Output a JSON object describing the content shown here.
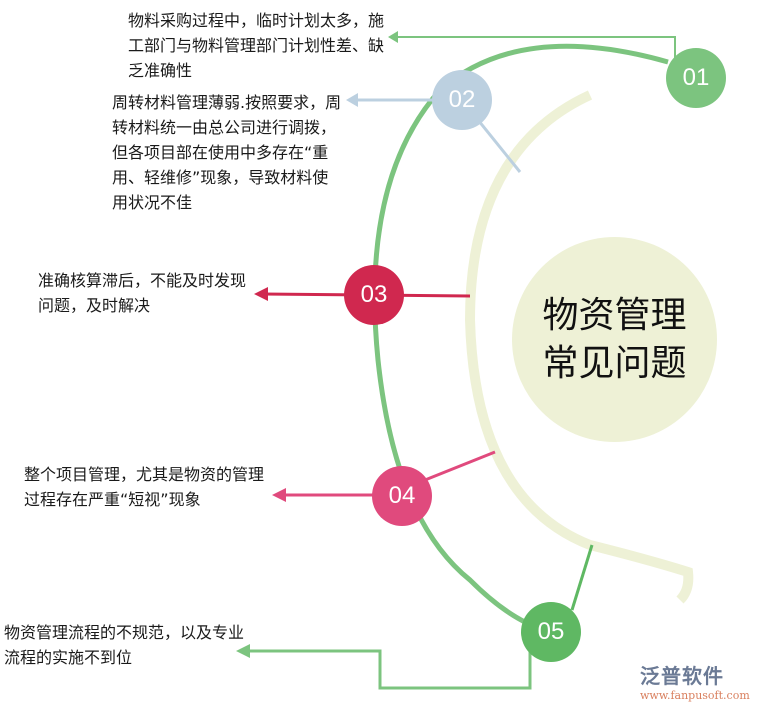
{
  "center_title": [
    "物资管理",
    "常见问题"
  ],
  "items": [
    {
      "num": "01",
      "color": "#7cc47f",
      "text": "物料采购过程中，临时计划太多，施工部门与物料管理部门计划性差、缺乏准确性"
    },
    {
      "num": "02",
      "color": "#bcd0e0",
      "text": "周转材料管理薄弱.按照要求，周转材料统一由总公司进行调拨，但各项目部在使用中多存在“重用、轻维修”现象，导致材料使用状况不佳"
    },
    {
      "num": "03",
      "color": "#d0284f",
      "text": "准确核算滞后，不能及时发现问题，及时解决"
    },
    {
      "num": "04",
      "color": "#e04a7d",
      "text": "整个项目管理，尤其是物资的管理过程存在严重“短视”现象"
    },
    {
      "num": "05",
      "color": "#5fb863",
      "text": "物资管理流程的不规范，以及专业流程的实施不到位"
    }
  ],
  "logo": {
    "name": "泛普软件",
    "url": "www.fanpusoft.com"
  }
}
